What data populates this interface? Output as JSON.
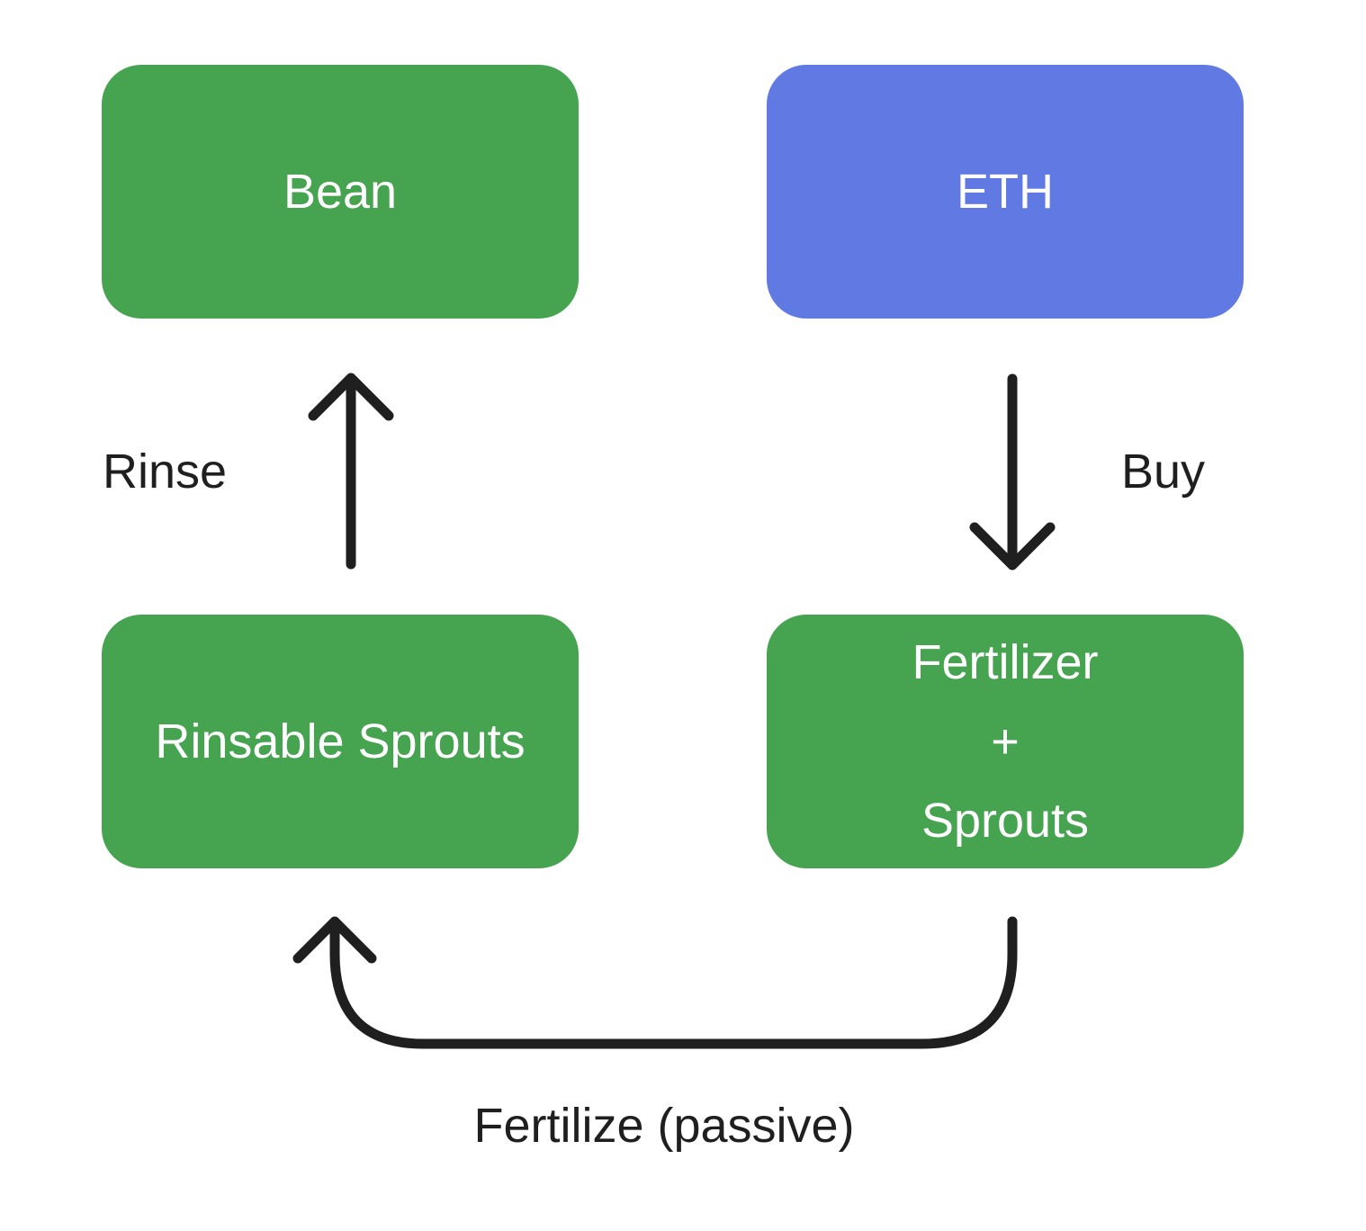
{
  "nodes": {
    "bean": {
      "label": "Bean",
      "color": "#46a34f"
    },
    "eth": {
      "label": "ETH",
      "color": "#617ae3"
    },
    "rinsable_sprouts": {
      "label": "Rinsable Sprouts",
      "color": "#46a34f"
    },
    "fertilizer_sprouts": {
      "lines": [
        "Fertilizer",
        "+",
        "Sprouts"
      ],
      "color": "#46a34f"
    }
  },
  "edges": {
    "rinse": {
      "label": "Rinse",
      "from": "Rinsable Sprouts",
      "to": "Bean"
    },
    "buy": {
      "label": "Buy",
      "from": "ETH",
      "to": "Fertilizer + Sprouts"
    },
    "fertilize": {
      "label": "Fertilize (passive)",
      "from": "Fertilizer + Sprouts",
      "to": "Rinsable Sprouts"
    }
  },
  "colors": {
    "arrow": "#1f1f1f",
    "node_text": "#ffffff",
    "edge_label_text": "#1f1f1f"
  }
}
